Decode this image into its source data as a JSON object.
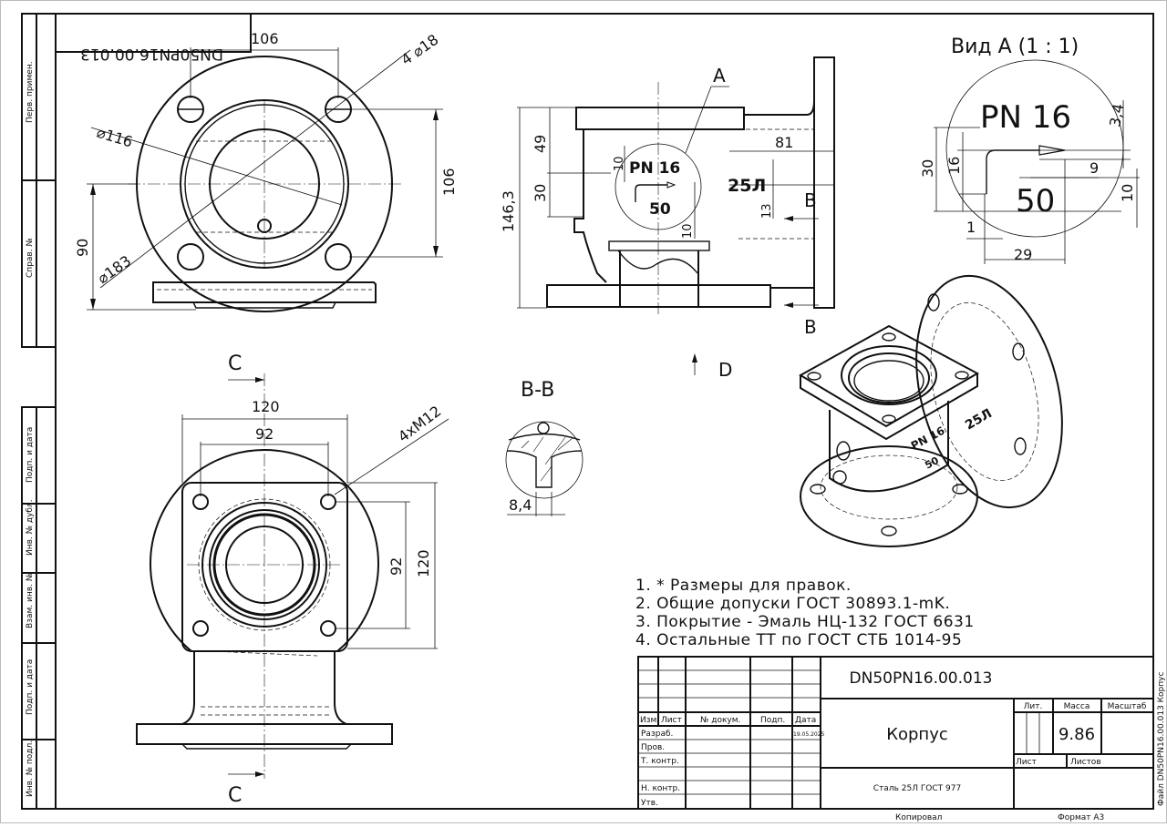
{
  "drawing": {
    "designation": "DN50PN16.00.013",
    "designation_mirrored": "DN50PN16.00.013",
    "part_name": "Корпус",
    "material": "Сталь 25Л ГОСТ 977",
    "mass": "9.86",
    "scale": "",
    "copied_label": "Копировал",
    "format_label": "Формат А3",
    "file_label": "Файл  DN50PN16.00.013 Корпус"
  },
  "side_strip": {
    "top": [
      "Перв. примен.",
      "Справ. №"
    ],
    "bottom": [
      "Подп. и дата",
      "Инв. № дубл.",
      "Взам. инв. №",
      "Подп. и дата",
      "Инв. № подл."
    ]
  },
  "title_block": {
    "headers": [
      "Изм.",
      "Лист",
      "№ докум.",
      "Подп.",
      "Дата"
    ],
    "rows": [
      {
        "label": "Разраб.",
        "date": "19.05.2025"
      },
      {
        "label": "Пров.",
        "date": ""
      },
      {
        "label": "Т. контр.",
        "date": ""
      },
      {
        "label": "",
        "date": ""
      },
      {
        "label": "Н. контр.",
        "date": ""
      },
      {
        "label": "Утв.",
        "date": ""
      }
    ],
    "lit_label": "Лит.",
    "mass_label": "Масса",
    "scale_label": "Масштаб",
    "sheet_label": "Лист",
    "sheets_label": "Листов"
  },
  "notes": [
    "1.  * Размеры для правок.",
    "2.  Общие допуски ГОСТ 30893.1-mK.",
    "3.  Покрытие - Эмаль НЦ-132 ГОСТ 6631",
    "4.  Остальные ТТ по ГОСТ СТБ 1014-95"
  ],
  "views": {
    "front": {
      "dims": {
        "bolt_spacing_h": "106",
        "bolt_spacing_v": "106",
        "holes": "4 ⌀18",
        "d_inner": "⌀116",
        "d_outer": "⌀183",
        "height": "90"
      }
    },
    "side": {
      "callout_a": "A",
      "section_b": "B",
      "dims": {
        "total": "146,3",
        "d49": "49",
        "d30": "30",
        "d10a": "10",
        "d10b": "10",
        "d81": "81",
        "d13": "13"
      },
      "mark_pn": "PN 16",
      "mark_dn": "50",
      "mark_mat": "25Л",
      "arrow_d": "D"
    },
    "detail_a": {
      "title": "Вид А (1 : 1)",
      "mark_pn": "PN 16",
      "mark_dn": "50",
      "dims": {
        "d30": "30",
        "d16": "16",
        "d9": "9",
        "d10": "10",
        "d1": "1",
        "d29": "29",
        "d34": "3,4"
      }
    },
    "top": {
      "section_c": "C",
      "dims": {
        "w120": "120",
        "w92": "92",
        "h92": "92",
        "h120": "120",
        "thread": "4xM12"
      }
    },
    "section_bb": {
      "title": "B-B",
      "dims": {
        "d84": "8,4"
      }
    },
    "iso": {
      "mark_pn": "PN 16",
      "mark_dn": "50",
      "mark_mat": "25Л"
    }
  }
}
